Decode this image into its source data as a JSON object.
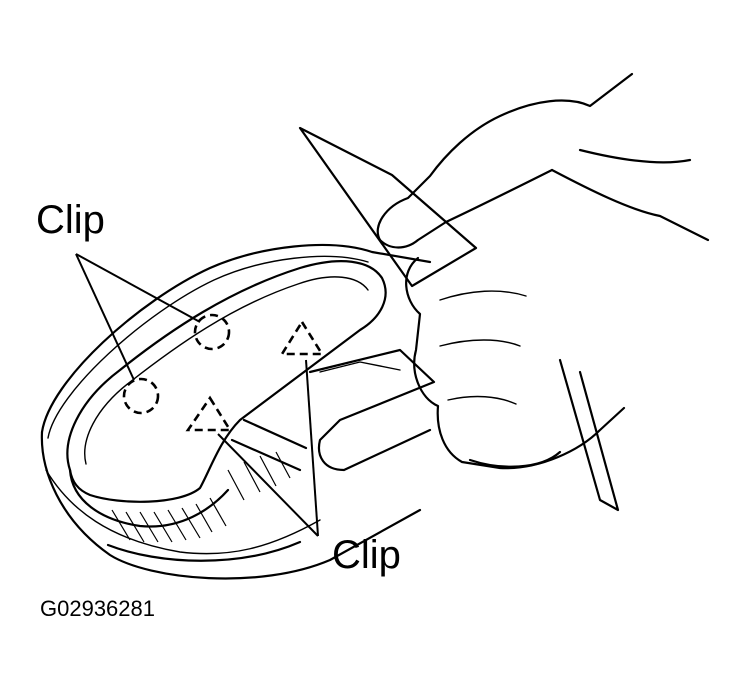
{
  "labels": {
    "clip_top": "Clip",
    "clip_bottom": "Clip"
  },
  "figure_code": "G02936281"
}
